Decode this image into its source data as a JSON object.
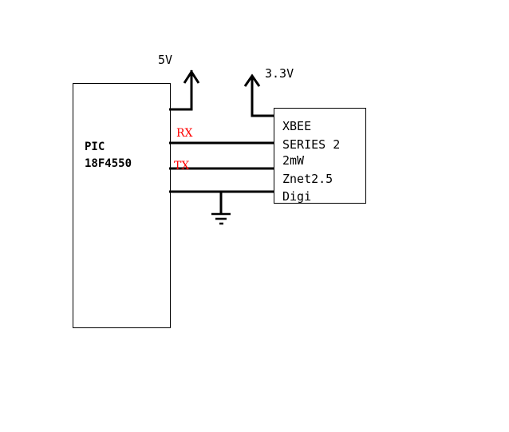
{
  "pic": {
    "line1": "PIC",
    "line2": "18F4550"
  },
  "xbee": {
    "lines": [
      "XBEE",
      "SERIES 2",
      "2mW",
      "Znet2.5",
      "Digi"
    ]
  },
  "power": {
    "pic_supply": "5V",
    "xbee_supply": "3.3V"
  },
  "signals": {
    "rx": "RX",
    "tx": "TX",
    "color": "#ff0000"
  }
}
